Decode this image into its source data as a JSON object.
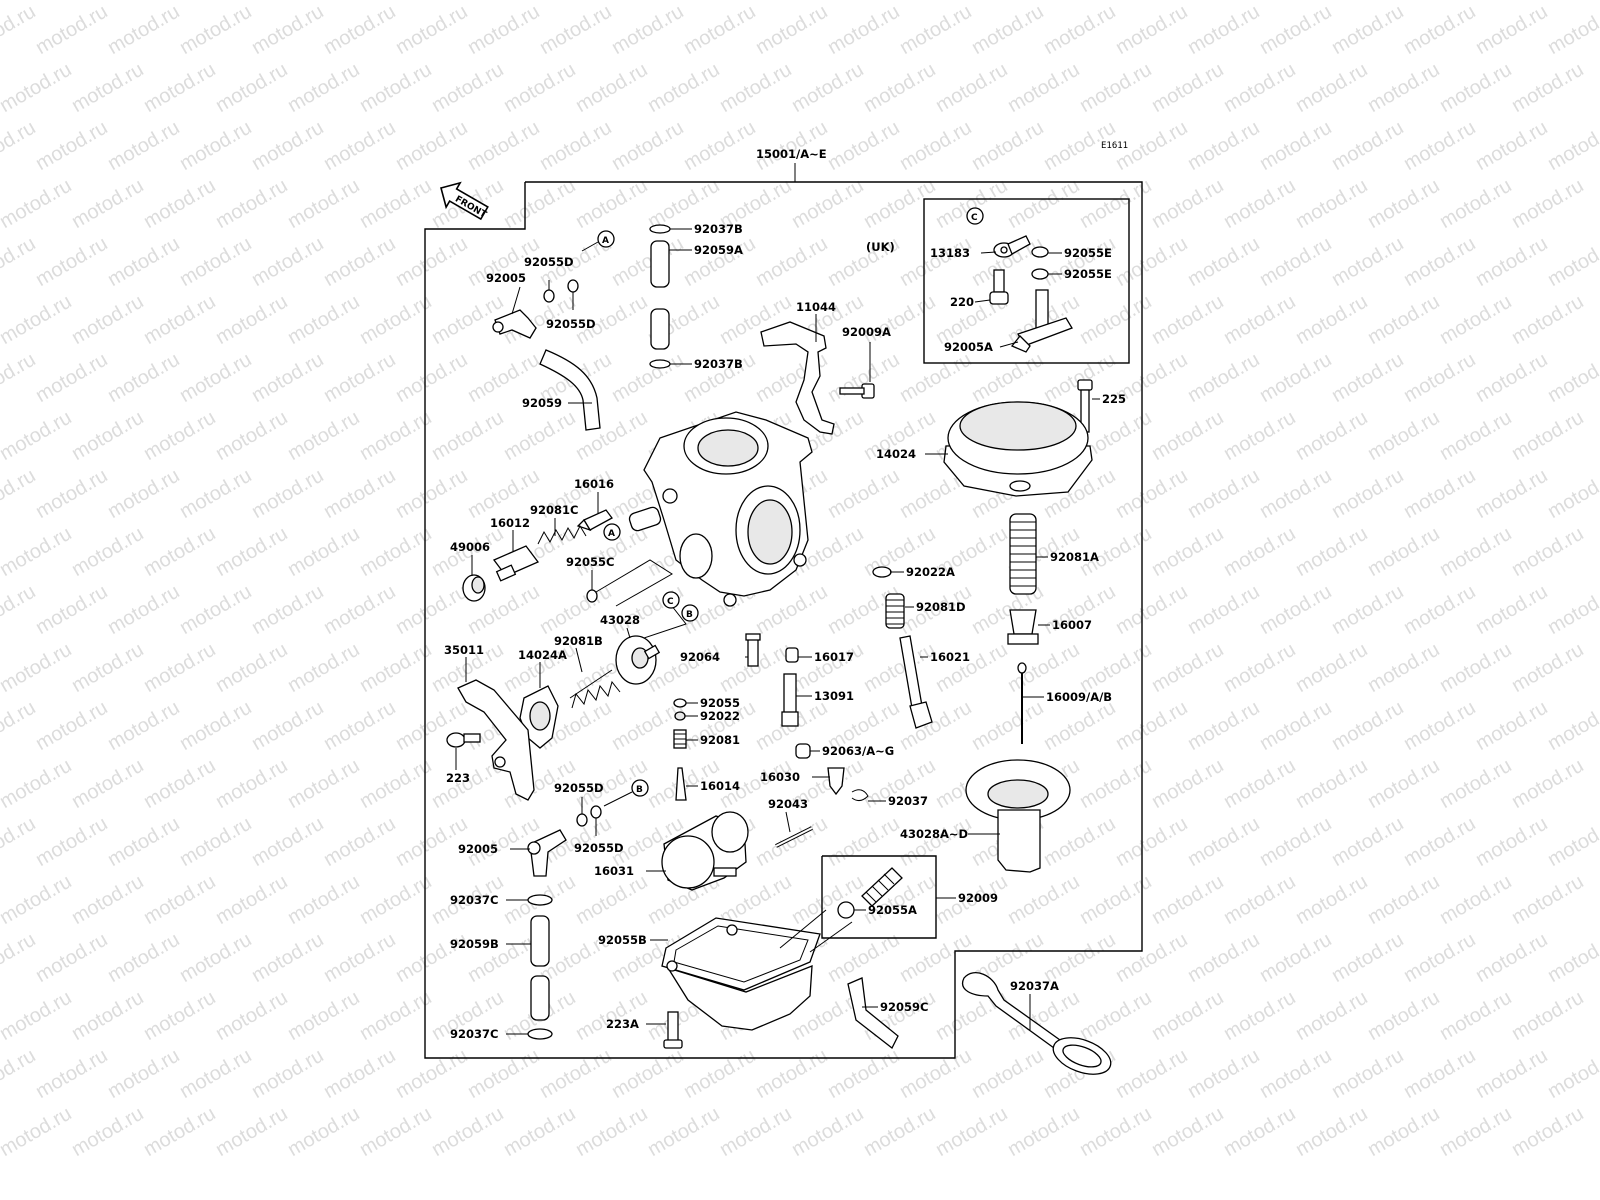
{
  "watermark": "motod.ru",
  "diagram_code": "E1611",
  "front_label": "FRONT",
  "assembly_label": "15001/A~E",
  "inset_note": "(UK)",
  "callout_letters": [
    "A",
    "B",
    "C"
  ],
  "parts": [
    {
      "id": "p92037B_top",
      "label": "92037B"
    },
    {
      "id": "p92059A",
      "label": "92059A"
    },
    {
      "id": "p92037B_2",
      "label": "92037B"
    },
    {
      "id": "p92055D_1",
      "label": "92055D"
    },
    {
      "id": "p92005_1",
      "label": "92005"
    },
    {
      "id": "p92055D_2",
      "label": "92055D"
    },
    {
      "id": "p92059",
      "label": "92059"
    },
    {
      "id": "p11044",
      "label": "11044"
    },
    {
      "id": "p92009A",
      "label": "92009A"
    },
    {
      "id": "p13183",
      "label": "13183"
    },
    {
      "id": "p92055E_1",
      "label": "92055E"
    },
    {
      "id": "p92055E_2",
      "label": "92055E"
    },
    {
      "id": "p220",
      "label": "220"
    },
    {
      "id": "p92005A",
      "label": "92005A"
    },
    {
      "id": "p225",
      "label": "225"
    },
    {
      "id": "p14024",
      "label": "14024"
    },
    {
      "id": "p16016",
      "label": "16016"
    },
    {
      "id": "p92081C",
      "label": "92081C"
    },
    {
      "id": "p16012",
      "label": "16012"
    },
    {
      "id": "p49006",
      "label": "49006"
    },
    {
      "id": "p92055C",
      "label": "92055C"
    },
    {
      "id": "p92022A",
      "label": "92022A"
    },
    {
      "id": "p92081A",
      "label": "92081A"
    },
    {
      "id": "p92081D",
      "label": "92081D"
    },
    {
      "id": "p16007",
      "label": "16007"
    },
    {
      "id": "p43028",
      "label": "43028"
    },
    {
      "id": "p92081B",
      "label": "92081B"
    },
    {
      "id": "p35011",
      "label": "35011"
    },
    {
      "id": "p14024A",
      "label": "14024A"
    },
    {
      "id": "p92064",
      "label": "92064"
    },
    {
      "id": "p16017",
      "label": "16017"
    },
    {
      "id": "p16021",
      "label": "16021"
    },
    {
      "id": "p13091",
      "label": "13091"
    },
    {
      "id": "p16009",
      "label": "16009/A/B"
    },
    {
      "id": "p92055",
      "label": "92055"
    },
    {
      "id": "p92022",
      "label": "92022"
    },
    {
      "id": "p92081",
      "label": "92081"
    },
    {
      "id": "p223",
      "label": "223"
    },
    {
      "id": "p92063",
      "label": "92063/A~G"
    },
    {
      "id": "p16030",
      "label": "16030"
    },
    {
      "id": "p16014",
      "label": "16014"
    },
    {
      "id": "p92037",
      "label": "92037"
    },
    {
      "id": "p92055D_3",
      "label": "92055D"
    },
    {
      "id": "p92043",
      "label": "92043"
    },
    {
      "id": "p43028A",
      "label": "43028A~D"
    },
    {
      "id": "p92005_2",
      "label": "92005"
    },
    {
      "id": "p92055D_4",
      "label": "92055D"
    },
    {
      "id": "p16031",
      "label": "16031"
    },
    {
      "id": "p92037C_1",
      "label": "92037C"
    },
    {
      "id": "p92009",
      "label": "92009"
    },
    {
      "id": "p92055A",
      "label": "92055A"
    },
    {
      "id": "p92059B",
      "label": "92059B"
    },
    {
      "id": "p92055B",
      "label": "92055B"
    },
    {
      "id": "p92037A",
      "label": "92037A"
    },
    {
      "id": "p92059C",
      "label": "92059C"
    },
    {
      "id": "p223A",
      "label": "223A"
    },
    {
      "id": "p92037C_2",
      "label": "92037C"
    }
  ]
}
